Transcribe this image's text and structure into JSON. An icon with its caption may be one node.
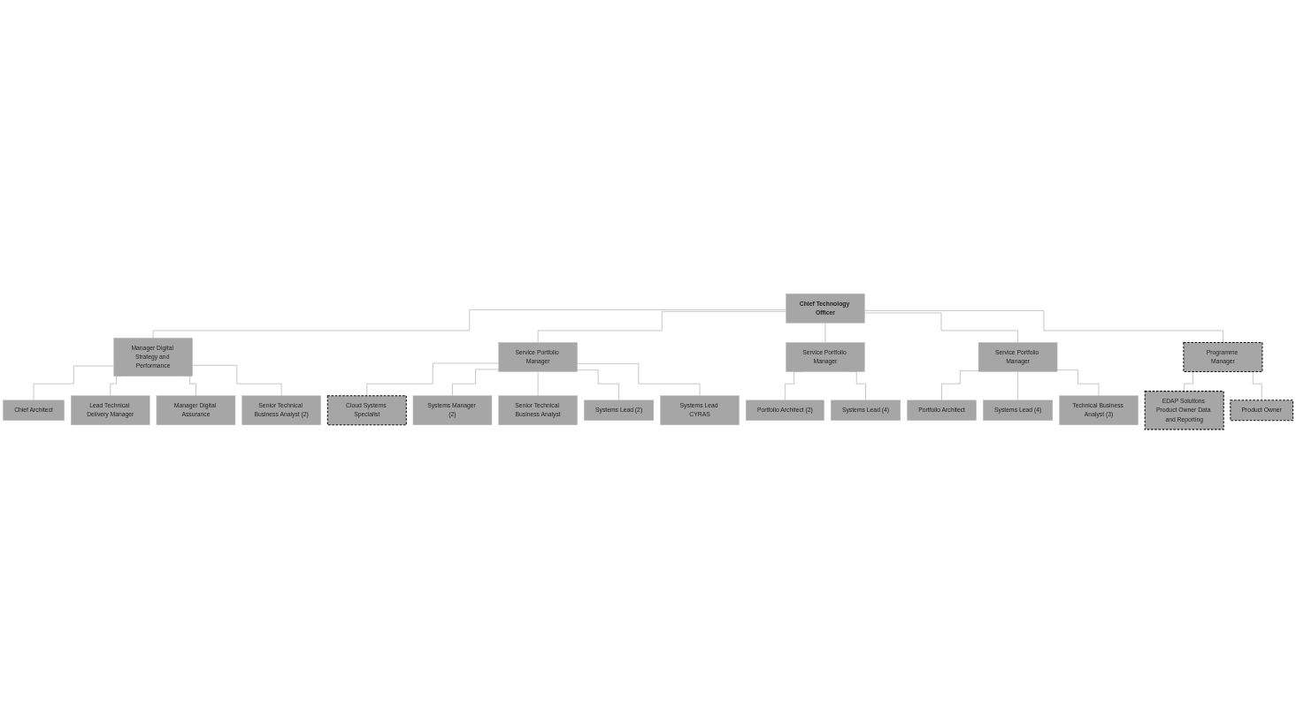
{
  "diagram": {
    "nodes": [
      {
        "text": [
          "Chief Technology Officer"
        ]
      },
      {
        "text": [
          "Manager Digital Strategy and Performance"
        ]
      },
      {
        "text": [
          "Service Portfolio Manager"
        ]
      },
      {
        "text": [
          "Service Portfolio Manager"
        ]
      },
      {
        "text": [
          "Service Portfolio Manager"
        ]
      },
      {
        "text": [
          "Programme Manager"
        ]
      },
      {
        "text": [
          "Chief Architect"
        ]
      },
      {
        "text": [
          "Lead Technical Delivery Manager"
        ]
      },
      {
        "text": [
          "Manager Digital Assurance"
        ]
      },
      {
        "text": [
          "Senior Technical Business Analyst (2)"
        ]
      },
      {
        "text": [
          "Cloud Systems Specialist"
        ]
      },
      {
        "text": [
          "Systems Manager (2)"
        ]
      },
      {
        "text": [
          "Senior Technical Business Analyst"
        ]
      },
      {
        "text": [
          "Systems Lead (2)"
        ]
      },
      {
        "text": [
          "Systems Lead CYRAS"
        ]
      },
      {
        "text": [
          "Portfolio Architect (2)"
        ]
      },
      {
        "text": [
          "Systems Lead (4)"
        ]
      },
      {
        "text": [
          "Portfolio Architect"
        ]
      },
      {
        "text": [
          "Systems Lead (4)"
        ]
      },
      {
        "text": [
          "Technical Business Analyst (3)"
        ]
      },
      {
        "text": [
          "EDAP Solutions Product Owner Data and Reporting"
        ]
      },
      {
        "text": [
          "Product Owner"
        ]
      }
    ],
    "edges": [
      {
        "from": 0,
        "to": 1,
        "arrow": "none"
      },
      {
        "from": 0,
        "to": 2,
        "arrow": "none"
      },
      {
        "from": 0,
        "to": 3,
        "arrow": "none"
      },
      {
        "from": 0,
        "to": 4,
        "arrow": "none"
      },
      {
        "from": 0,
        "to": 5,
        "arrow": "none"
      },
      {
        "from": 1,
        "to": 6,
        "arrow": "none"
      },
      {
        "from": 1,
        "to": 7,
        "arrow": "none"
      },
      {
        "from": 1,
        "to": 8,
        "arrow": "none"
      },
      {
        "from": 1,
        "to": 9,
        "arrow": "none"
      },
      {
        "from": 2,
        "to": 10,
        "arrow": "none"
      },
      {
        "from": 2,
        "to": 11,
        "arrow": "none"
      },
      {
        "from": 2,
        "to": 12,
        "arrow": "none"
      },
      {
        "from": 2,
        "to": 13,
        "arrow": "none"
      },
      {
        "from": 2,
        "to": 14,
        "arrow": "none"
      },
      {
        "from": 3,
        "to": 15,
        "arrow": "none"
      },
      {
        "from": 3,
        "to": 16,
        "arrow": "none"
      },
      {
        "from": 4,
        "to": 17,
        "arrow": "none"
      },
      {
        "from": 4,
        "to": 18,
        "arrow": "none"
      },
      {
        "from": 4,
        "to": 19,
        "arrow": "none"
      },
      {
        "from": 5,
        "to": 20,
        "arrow": "none"
      },
      {
        "from": 5,
        "to": 21,
        "arrow": "none"
      }
    ]
  }
}
